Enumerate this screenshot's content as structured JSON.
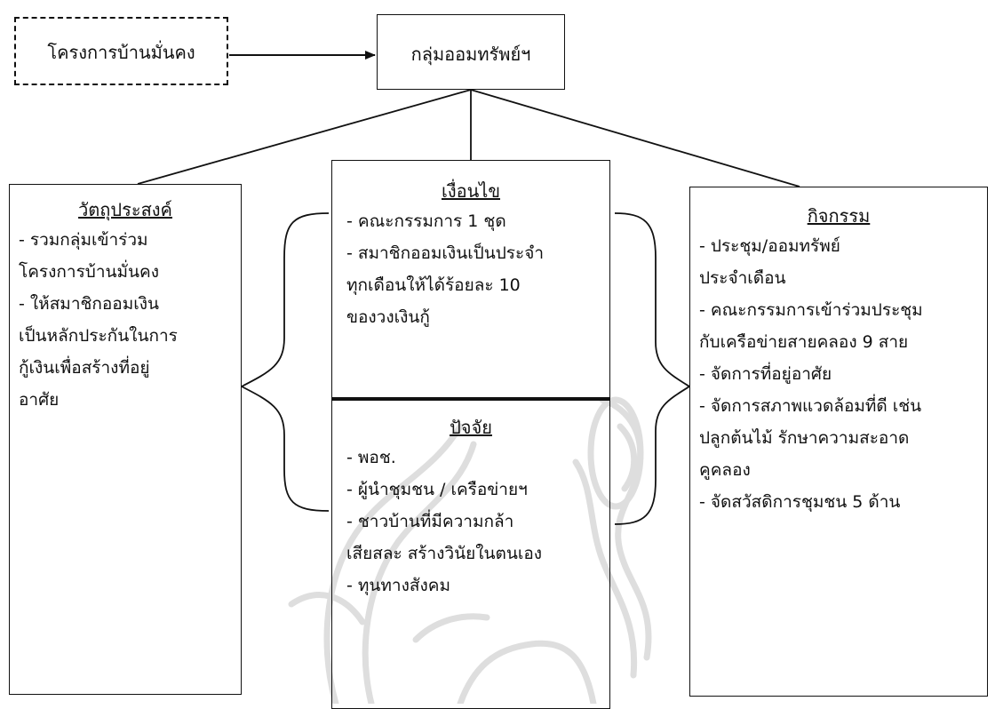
{
  "top": {
    "project": "โครงการบ้านมั่นคง",
    "group": "กลุ่มออมทรัพย์ฯ"
  },
  "objectives": {
    "title": "วัตถุประสงค์",
    "lines": [
      "- รวมกลุ่มเข้าร่วม",
      "โครงการบ้านมั่นคง",
      "- ให้สมาชิกออมเงิน",
      "เป็นหลักประกันในการ",
      "กู้เงินเพื่อสร้างที่อยู่",
      "อาศัย"
    ]
  },
  "conditions": {
    "title": "เงื่อนไข",
    "lines": [
      "- คณะกรรมการ 1 ชุด",
      "- สมาชิกออมเงินเป็นประจำ",
      "ทุกเดือนให้ได้ร้อยละ 10",
      "ของวงเงินกู้"
    ]
  },
  "factors": {
    "title": "ปัจจัย",
    "lines": [
      "- พอช.",
      "- ผู้นำชุมชน / เครือข่ายฯ",
      "- ชาวบ้านที่มีความกล้า",
      "เสียสละ สร้างวินัยในตนเอง",
      "- ทุนทางสังคม"
    ]
  },
  "activities": {
    "title": "กิจกรรม",
    "lines": [
      "- ประชุม/ออมทรัพย์",
      "ประจำเดือน",
      "- คณะกรรมการเข้าร่วมประชุม",
      "กับเครือข่ายสายคลอง 9 สาย",
      "- จัดการที่อยู่อาศัย",
      "- จัดการสภาพแวดล้อมที่ดี เช่น",
      "ปลูกต้นไม้ รักษาความสะอาด",
      "คูคลอง",
      "- จัดสวัสดิการชุมชน 5 ด้าน"
    ]
  },
  "colors": {
    "ink": "#111111",
    "watermark": "#dedede",
    "background": "#ffffff"
  }
}
